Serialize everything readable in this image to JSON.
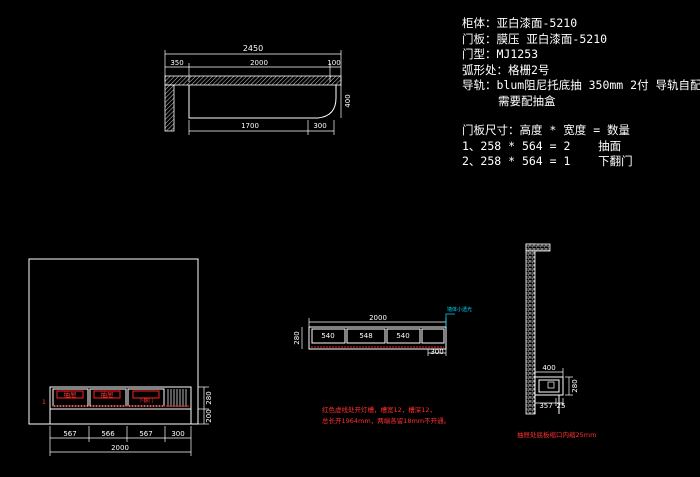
{
  "notes": {
    "cabinet": "柜体：亚白漆面-5210",
    "door_panel": "门板：膜压 亚白漆面-5210",
    "door_type": "门型：MJ1253",
    "arc": "弧形处：格栅2号",
    "rail": "导轨：blum阻尼托底抽 350mm 2付 导轨自配",
    "rail_cont": "需要配抽盒",
    "door_size_title": "门板尺寸：高度 * 宽度 = 数量",
    "door_size_1": "1、258 * 564 = 2    抽面",
    "door_size_2": "2、258 * 564 = 1    下翻门"
  },
  "top_view": {
    "total": "2450",
    "seg_left": "350",
    "seg_mid": "2000",
    "seg_right": "100",
    "depth": "400",
    "bottom_main": "1700",
    "bottom_arc": "300"
  },
  "front_view": {
    "drawer_1": "抽屉",
    "drawer_2": "抽屉",
    "drawer_3": "下翻门",
    "tag_left": "1",
    "h_top": "280",
    "h_bottom": "200",
    "w1": "567",
    "w2": "566",
    "w3": "567",
    "w_arc": "300",
    "total": "2000"
  },
  "plan_view": {
    "total": "2000",
    "s1": "540",
    "s2": "548",
    "s3": "540",
    "depth": "280",
    "ext": "300",
    "cyan_note": "墙体小透光"
  },
  "plan_note": {
    "line1": "红色虚线处开灯槽，槽宽12，槽深12，",
    "line2": "总长开1964mm，两端各留18mm不开通。"
  },
  "section_view": {
    "width": "400",
    "height": "280",
    "d1": "357",
    "d2": "25",
    "note": "抽屉处底板缩口内缩25mm"
  }
}
